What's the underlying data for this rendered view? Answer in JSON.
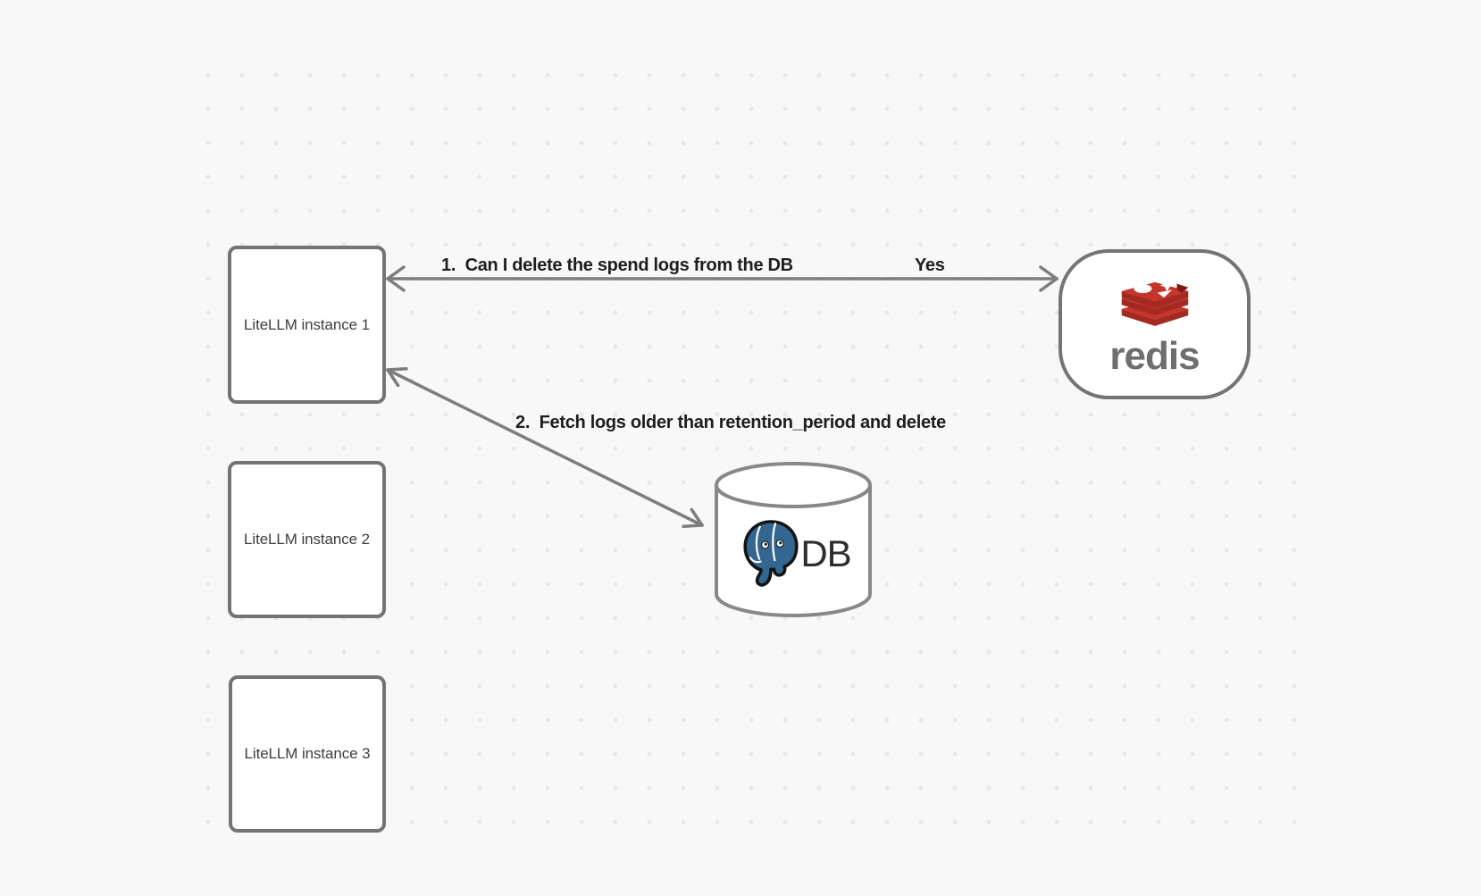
{
  "diagram": {
    "instances": [
      {
        "label": "LiteLLM instance 1"
      },
      {
        "label": "LiteLLM instance 2"
      },
      {
        "label": "LiteLLM instance 3"
      }
    ],
    "redis": {
      "wordmark": "redis"
    },
    "db": {
      "label": "DB"
    },
    "edges": {
      "edge1_label": "1.  Can I delete the spend logs from the DB",
      "edge1_response": "Yes",
      "edge2_label": "2.  Fetch logs older than retention_period and delete"
    },
    "colors": {
      "background": "#f8f8f8",
      "grid_dot": "#e7e7e7",
      "node_border": "#747474",
      "node_fill": "#ffffff",
      "arrow": "#7d7d7d",
      "edge_label_text": "#1e1e1e",
      "box_text": "#3d3d3d",
      "redis_red_top": "#c6352c",
      "redis_red_side": "#a42a21",
      "redis_red_deep": "#7e1a12",
      "redis_wordmark_gray": "#6e6e6e",
      "postgres_blue": "#336791",
      "db_text": "#2e2e2e"
    }
  }
}
